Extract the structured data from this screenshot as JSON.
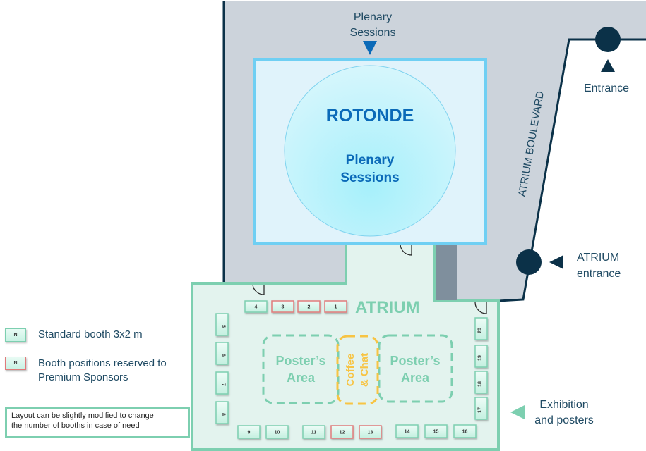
{
  "colors": {
    "corridor": "#ccd3db",
    "wall": "#0b3148",
    "rotonde_border": "#6fcff3",
    "rotonde_fill": "#e0f3fb",
    "circle_fill": "#c2f2fb",
    "rotonde_text": "#0b6ab8",
    "atrium_border": "#7dcfb0",
    "atrium_fill": "#e3f3ee",
    "atrium_text": "#7dcfb0",
    "coffee": "#f7c444",
    "premium_border": "#e07b7b",
    "dark_column": "#7f8f9d"
  },
  "labels": {
    "plenary_arrow": [
      "Plenary",
      "Sessions"
    ],
    "rotonde_title": "ROTONDE",
    "rotonde_sub": [
      "Plenary",
      "Sessions"
    ],
    "boulevard": "ATRIUM BOULEVARD",
    "entrance": "Entrance",
    "atrium_entrance": [
      "ATRIUM",
      "entrance"
    ],
    "atrium_title": "ATRIUM",
    "poster_left": [
      "Poster’s",
      "Area"
    ],
    "poster_right": [
      "Poster’s",
      "Area"
    ],
    "coffee": [
      "Coffee",
      "& Chat"
    ],
    "exhibition": [
      "Exhibition",
      "and posters"
    ]
  },
  "legend": {
    "standard_sample": "N",
    "standard_label": "Standard booth 3x2 m",
    "premium_sample": "N",
    "premium_label_1": "Booth positions reserved to",
    "premium_label_2": "Premium Sponsors",
    "note_1": "Layout can be slightly modified to change",
    "note_2": "the number of booths in case of need"
  },
  "booths": [
    {
      "id": "1",
      "premium": true
    },
    {
      "id": "2",
      "premium": true
    },
    {
      "id": "3",
      "premium": true
    },
    {
      "id": "4",
      "premium": false
    },
    {
      "id": "5",
      "premium": false
    },
    {
      "id": "6",
      "premium": false
    },
    {
      "id": "7",
      "premium": false
    },
    {
      "id": "8",
      "premium": false
    },
    {
      "id": "9",
      "premium": false
    },
    {
      "id": "10",
      "premium": false
    },
    {
      "id": "11",
      "premium": false
    },
    {
      "id": "12",
      "premium": true
    },
    {
      "id": "13",
      "premium": true
    },
    {
      "id": "14",
      "premium": false
    },
    {
      "id": "15",
      "premium": false
    },
    {
      "id": "16",
      "premium": false
    },
    {
      "id": "17",
      "premium": false
    },
    {
      "id": "18",
      "premium": false
    },
    {
      "id": "19",
      "premium": false
    },
    {
      "id": "20",
      "premium": false
    }
  ]
}
